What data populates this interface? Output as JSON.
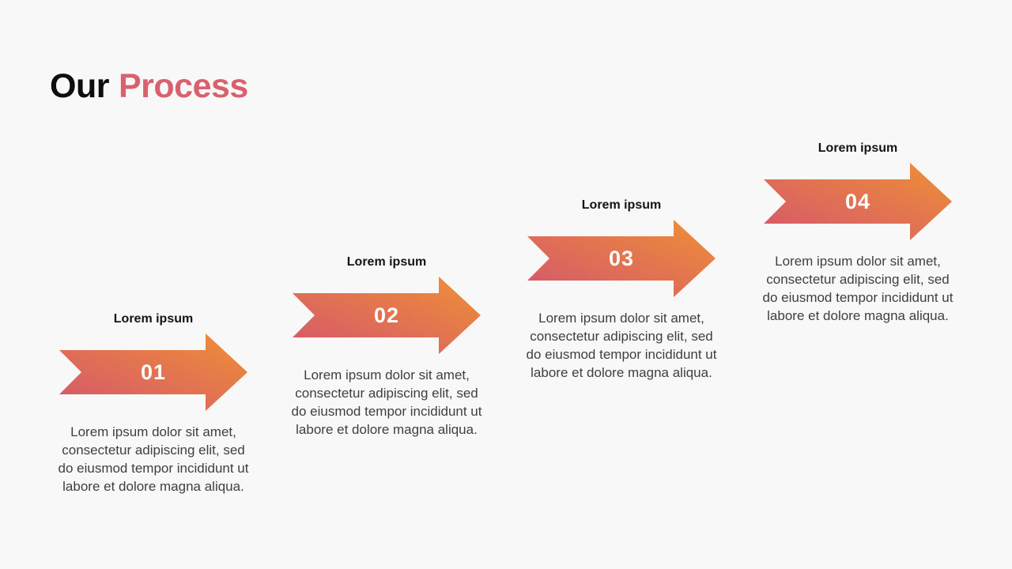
{
  "slide": {
    "title": {
      "prefix": "Our",
      "accent": "Process"
    }
  },
  "colors": {
    "background": "#f8f8f8",
    "title_main": "#0e0e0e",
    "title_accent": "#d9616e",
    "arrow_gradient_start": "#d4566e",
    "arrow_gradient_end": "#ef9035",
    "step_number_text": "#ffffff",
    "step_label_text": "#141414",
    "description_text": "#3f3f3f"
  },
  "steps": [
    {
      "label": "Lorem ipsum",
      "number": "01",
      "description_lines": [
        "Lorem ipsum dolor sit amet,",
        "consectetur adipiscing elit, sed",
        "do eiusmod tempor incididunt ut",
        "labore et dolore magna aliqua."
      ]
    },
    {
      "label": "Lorem ipsum",
      "number": "02",
      "description_lines": [
        "Lorem ipsum dolor sit amet,",
        "consectetur adipiscing elit, sed",
        "do eiusmod tempor incididunt ut",
        "labore et dolore magna aliqua."
      ]
    },
    {
      "label": "Lorem ipsum",
      "number": "03",
      "description_lines": [
        "Lorem ipsum dolor sit amet,",
        "consectetur adipiscing elit, sed",
        "do eiusmod tempor incididunt ut",
        "labore et dolore magna aliqua."
      ]
    },
    {
      "label": "Lorem ipsum",
      "number": "04",
      "description_lines": [
        "Lorem ipsum dolor sit amet,",
        "consectetur adipiscing elit, sed",
        "do eiusmod tempor incididunt ut",
        "labore et dolore magna aliqua."
      ]
    }
  ]
}
